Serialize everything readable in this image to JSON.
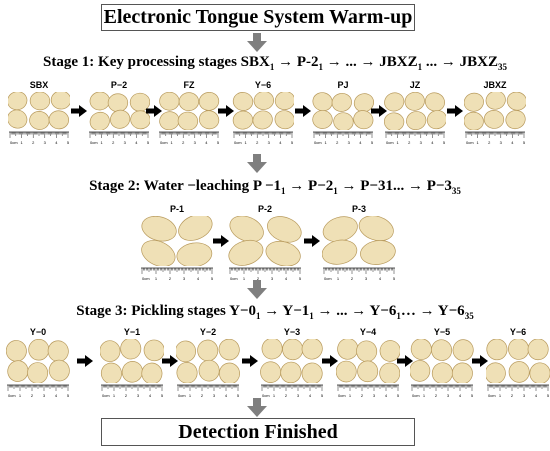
{
  "title_box": {
    "label": "Electronic Tongue System Warm-up"
  },
  "end_box": {
    "label": "Detection Finished"
  },
  "stage1": {
    "heading": "Stage 1: Key processing stages SBX",
    "seq": [
      {
        "t": " SBX",
        "s": "1"
      },
      {
        "t": "  → P-2",
        "s": "1"
      },
      {
        "t": " → ... → JBXZ",
        "s": "1"
      },
      {
        "t": " ... → JBXZ",
        "s": "35"
      }
    ],
    "labels": [
      "SBX",
      "P−2",
      "FZ",
      "Y−6",
      "PJ",
      "JZ",
      "JBXZ"
    ]
  },
  "stage2": {
    "seq": [
      {
        "t": "Stage 2: Water −leaching P −1",
        "s": "1"
      },
      {
        "t": " → P−2",
        "s": "1"
      },
      {
        "t": " → P−31... → P−3",
        "s": "35"
      }
    ],
    "labels": [
      "P-1",
      "P-2",
      "P-3"
    ]
  },
  "stage3": {
    "seq": [
      {
        "t": "Stage 3: Pickling stages   Y−0",
        "s": "1"
      },
      {
        "t": " → Y−1",
        "s": "1"
      },
      {
        "t": " → ... → Y−6",
        "s": "1"
      },
      {
        "t": "… → Y−6",
        "s": "35"
      }
    ],
    "labels": [
      "Y−0",
      "Y−1",
      "Y−2",
      "Y−3",
      "Y−4",
      "Y−5",
      "Y−6"
    ]
  },
  "ruler_marks": [
    "0cm",
    "1",
    "2",
    "3",
    "4",
    "5"
  ],
  "colors": {
    "arrow_gray": "#7f7f7f",
    "slice_fill": "#efe0b6",
    "slice_edge": "#b89a5c"
  }
}
